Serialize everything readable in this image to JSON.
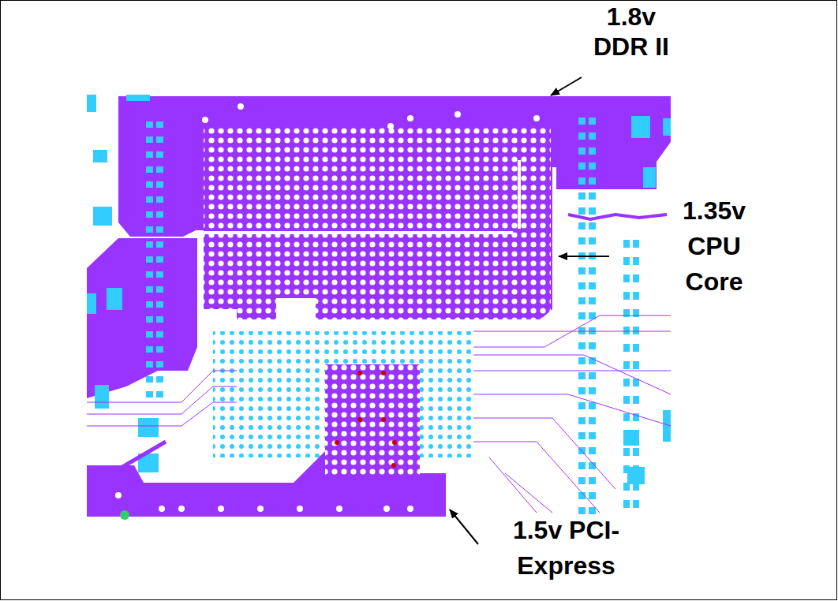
{
  "diagram": {
    "labels": [
      "1.8v DDR II",
      "1.35v CPU Core",
      "1.5v PCI- Express"
    ]
  }
}
